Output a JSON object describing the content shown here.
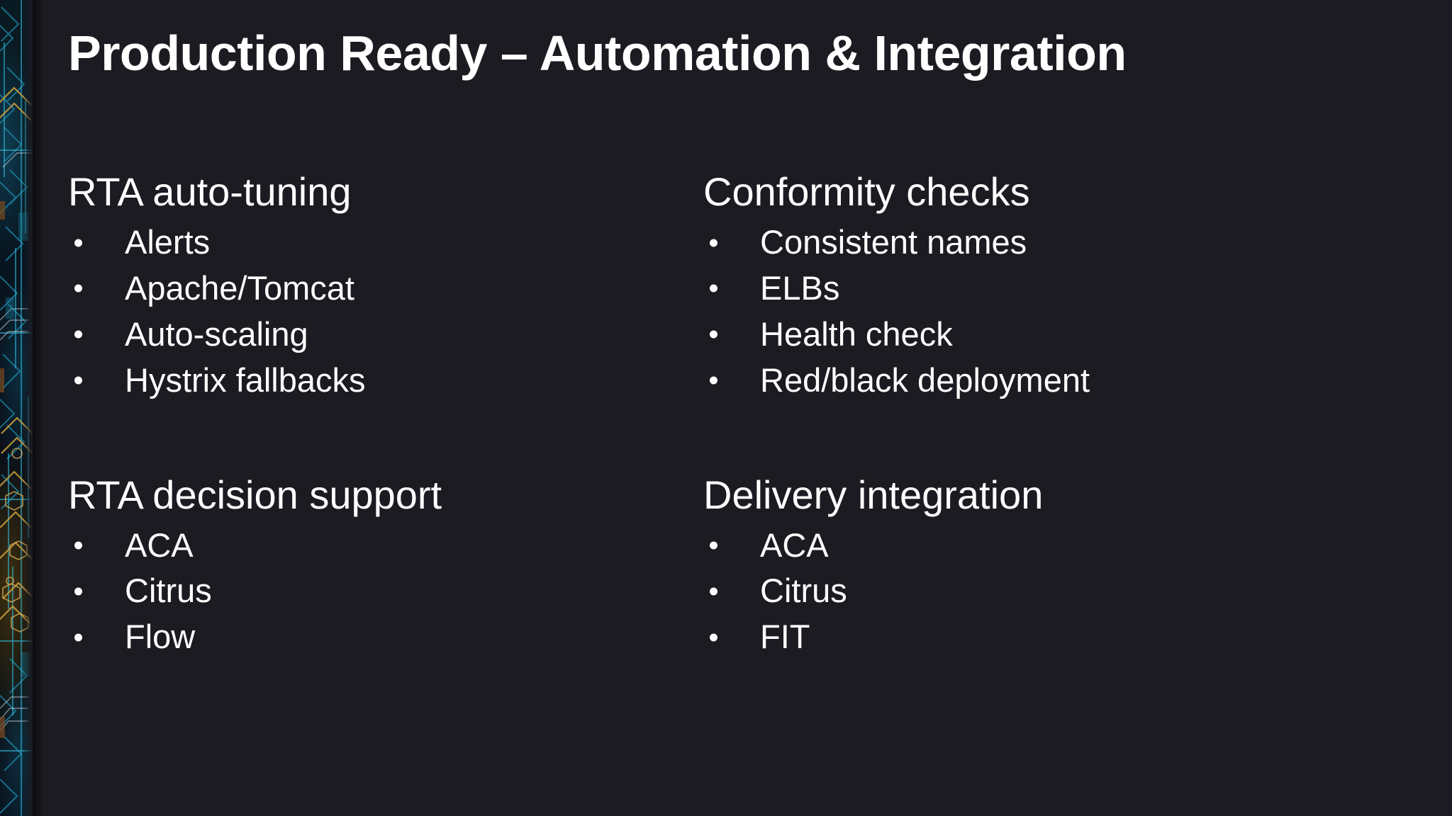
{
  "slide": {
    "title": "Production Ready – Automation & Integration",
    "background_color": "#1b1b21",
    "text_color": "#ffffff",
    "accent_teal": "#2e7f9e",
    "accent_gold": "#b8892a",
    "decoration": "circuit-board-strip"
  },
  "columns": {
    "left": [
      {
        "heading": "RTA auto-tuning",
        "bullets": [
          "Alerts",
          "Apache/Tomcat",
          "Auto-scaling",
          "Hystrix fallbacks"
        ]
      },
      {
        "heading": "RTA decision support",
        "bullets": [
          "ACA",
          "Citrus",
          "Flow"
        ]
      }
    ],
    "right": [
      {
        "heading": "Conformity checks",
        "bullets": [
          "Consistent names",
          "ELBs",
          "Health check",
          "Red/black deployment"
        ]
      },
      {
        "heading": "Delivery integration",
        "bullets": [
          "ACA",
          "Citrus",
          "FIT"
        ]
      }
    ]
  }
}
